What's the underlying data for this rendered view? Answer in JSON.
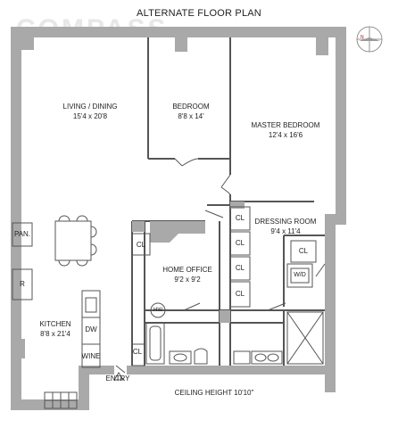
{
  "plan": {
    "title": "ALTERNATE FLOOR PLAN",
    "watermark": "COMPASS",
    "ceiling": "CEILING HEIGHT 10'10\"",
    "entry": "ENTRY",
    "compass_label": "N",
    "rooms": {
      "living": {
        "name": "LIVING / DINING",
        "dims": "15'4 x 20'8"
      },
      "bedroom": {
        "name": "BEDROOM",
        "dims": "8'8 x 14'"
      },
      "master": {
        "name": "MASTER BEDROOM",
        "dims": "12'4 x 16'6"
      },
      "dressing": {
        "name": "DRESSING ROOM",
        "dims": "9'4 x 11'4"
      },
      "office": {
        "name": "HOME OFFICE",
        "dims": "9'2 x 9'2"
      },
      "kitchen": {
        "name": "KITCHEN",
        "dims": "8'8 x 21'4"
      }
    },
    "fixtures": {
      "pan": "PAN.",
      "r": "R",
      "dw": "DW",
      "wine": "WINE",
      "hw": "HW",
      "wd": "W/D",
      "cl": "CL"
    }
  },
  "colors": {
    "wall": "#a9a9a9",
    "line": "#555555",
    "text": "#222222"
  }
}
